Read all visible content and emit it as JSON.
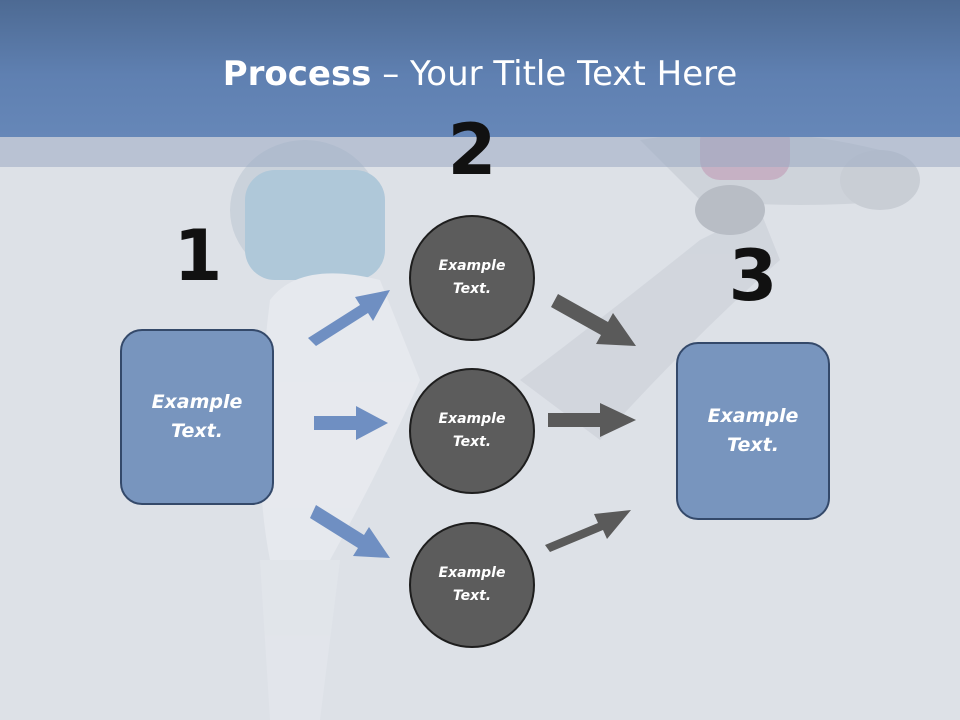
{
  "title": {
    "bold": "Process",
    "rest": " – Your Title Text Here"
  },
  "steps": {
    "one": "1",
    "two": "2",
    "three": "3"
  },
  "left_box": {
    "label": "Example\nText."
  },
  "right_box": {
    "label": "Example\nText."
  },
  "circles": [
    {
      "label": "Example\nText."
    },
    {
      "label": "Example\nText."
    },
    {
      "label": "Example\nText."
    }
  ],
  "colors": {
    "title_bar": "#5f80b1",
    "box_fill": "#7895be",
    "box_border": "#34496a",
    "circle_fill": "#5c5c5c",
    "blue_arrow": "#6f8fc2",
    "gray_arrow": "#5a5a5a"
  }
}
